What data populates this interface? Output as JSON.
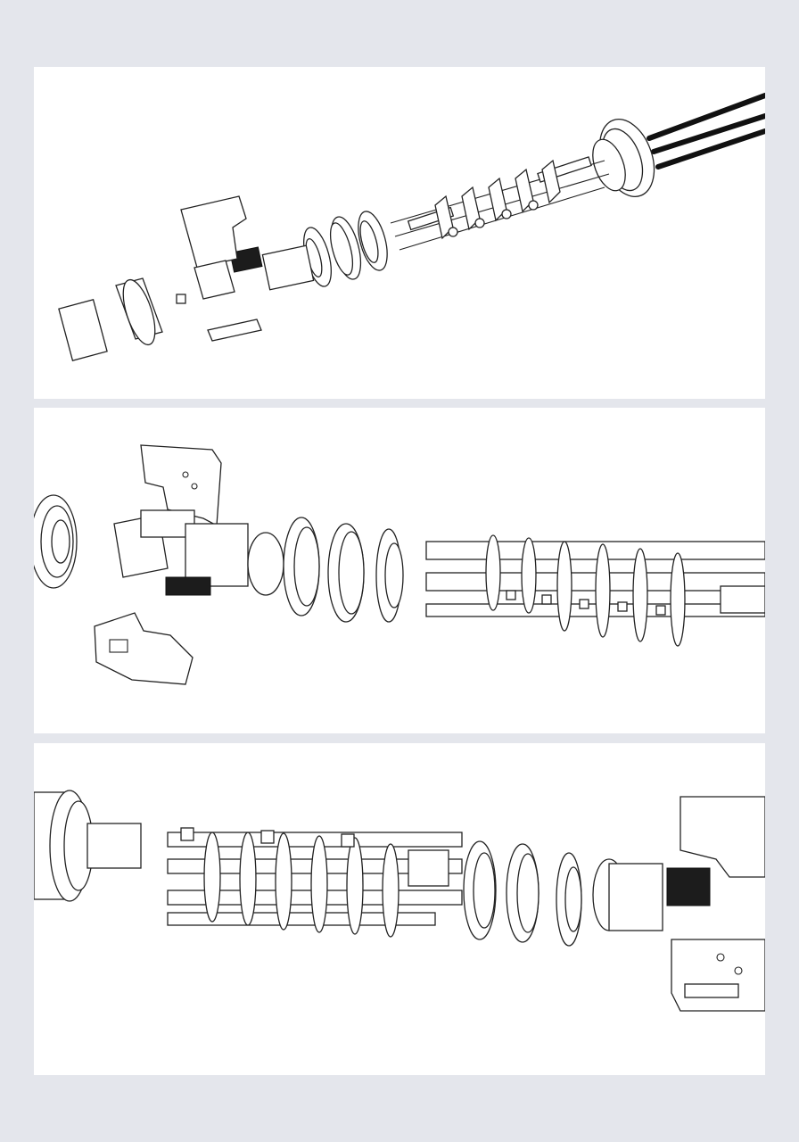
{
  "figure": {
    "views": [
      {
        "id": "view-1",
        "orientation": "ascending-diagonal"
      },
      {
        "id": "view-2",
        "orientation": "descending-diagonal"
      },
      {
        "id": "view-3",
        "orientation": "descending-diagonal-reverse"
      }
    ],
    "colors": {
      "background": "#e4e6ec",
      "panel": "#ffffff",
      "line": "#222222",
      "fill_dark": "#1c1c1c"
    }
  }
}
